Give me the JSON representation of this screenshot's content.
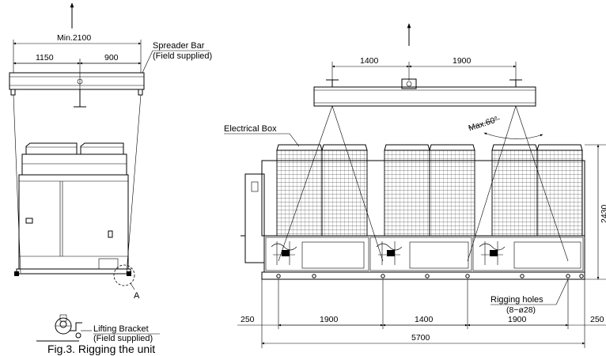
{
  "left_view": {
    "dim_total": "Min.2100",
    "dim_left": "1150",
    "dim_right": "900",
    "spreader_bar_label": "Spreader Bar",
    "spreader_bar_note": "(Field supplied)",
    "detail_marker": "A"
  },
  "right_view": {
    "top_dim_left": "1400",
    "top_dim_right": "1900",
    "angle_label": "Max.60°",
    "electrical_box_label": "Electrical Box",
    "height_dim": "2430",
    "rigging_holes_label": "Rigging holes",
    "rigging_holes_spec": "(8−ø28)",
    "bottom_dims": [
      "250",
      "1900",
      "1400",
      "1900",
      "250"
    ],
    "overall_length": "5700"
  },
  "detail": {
    "lifting_bracket_label": "Lifting Bracket",
    "lifting_bracket_note": "(Field supplied)"
  },
  "caption": "Fig.3. Rigging the unit"
}
